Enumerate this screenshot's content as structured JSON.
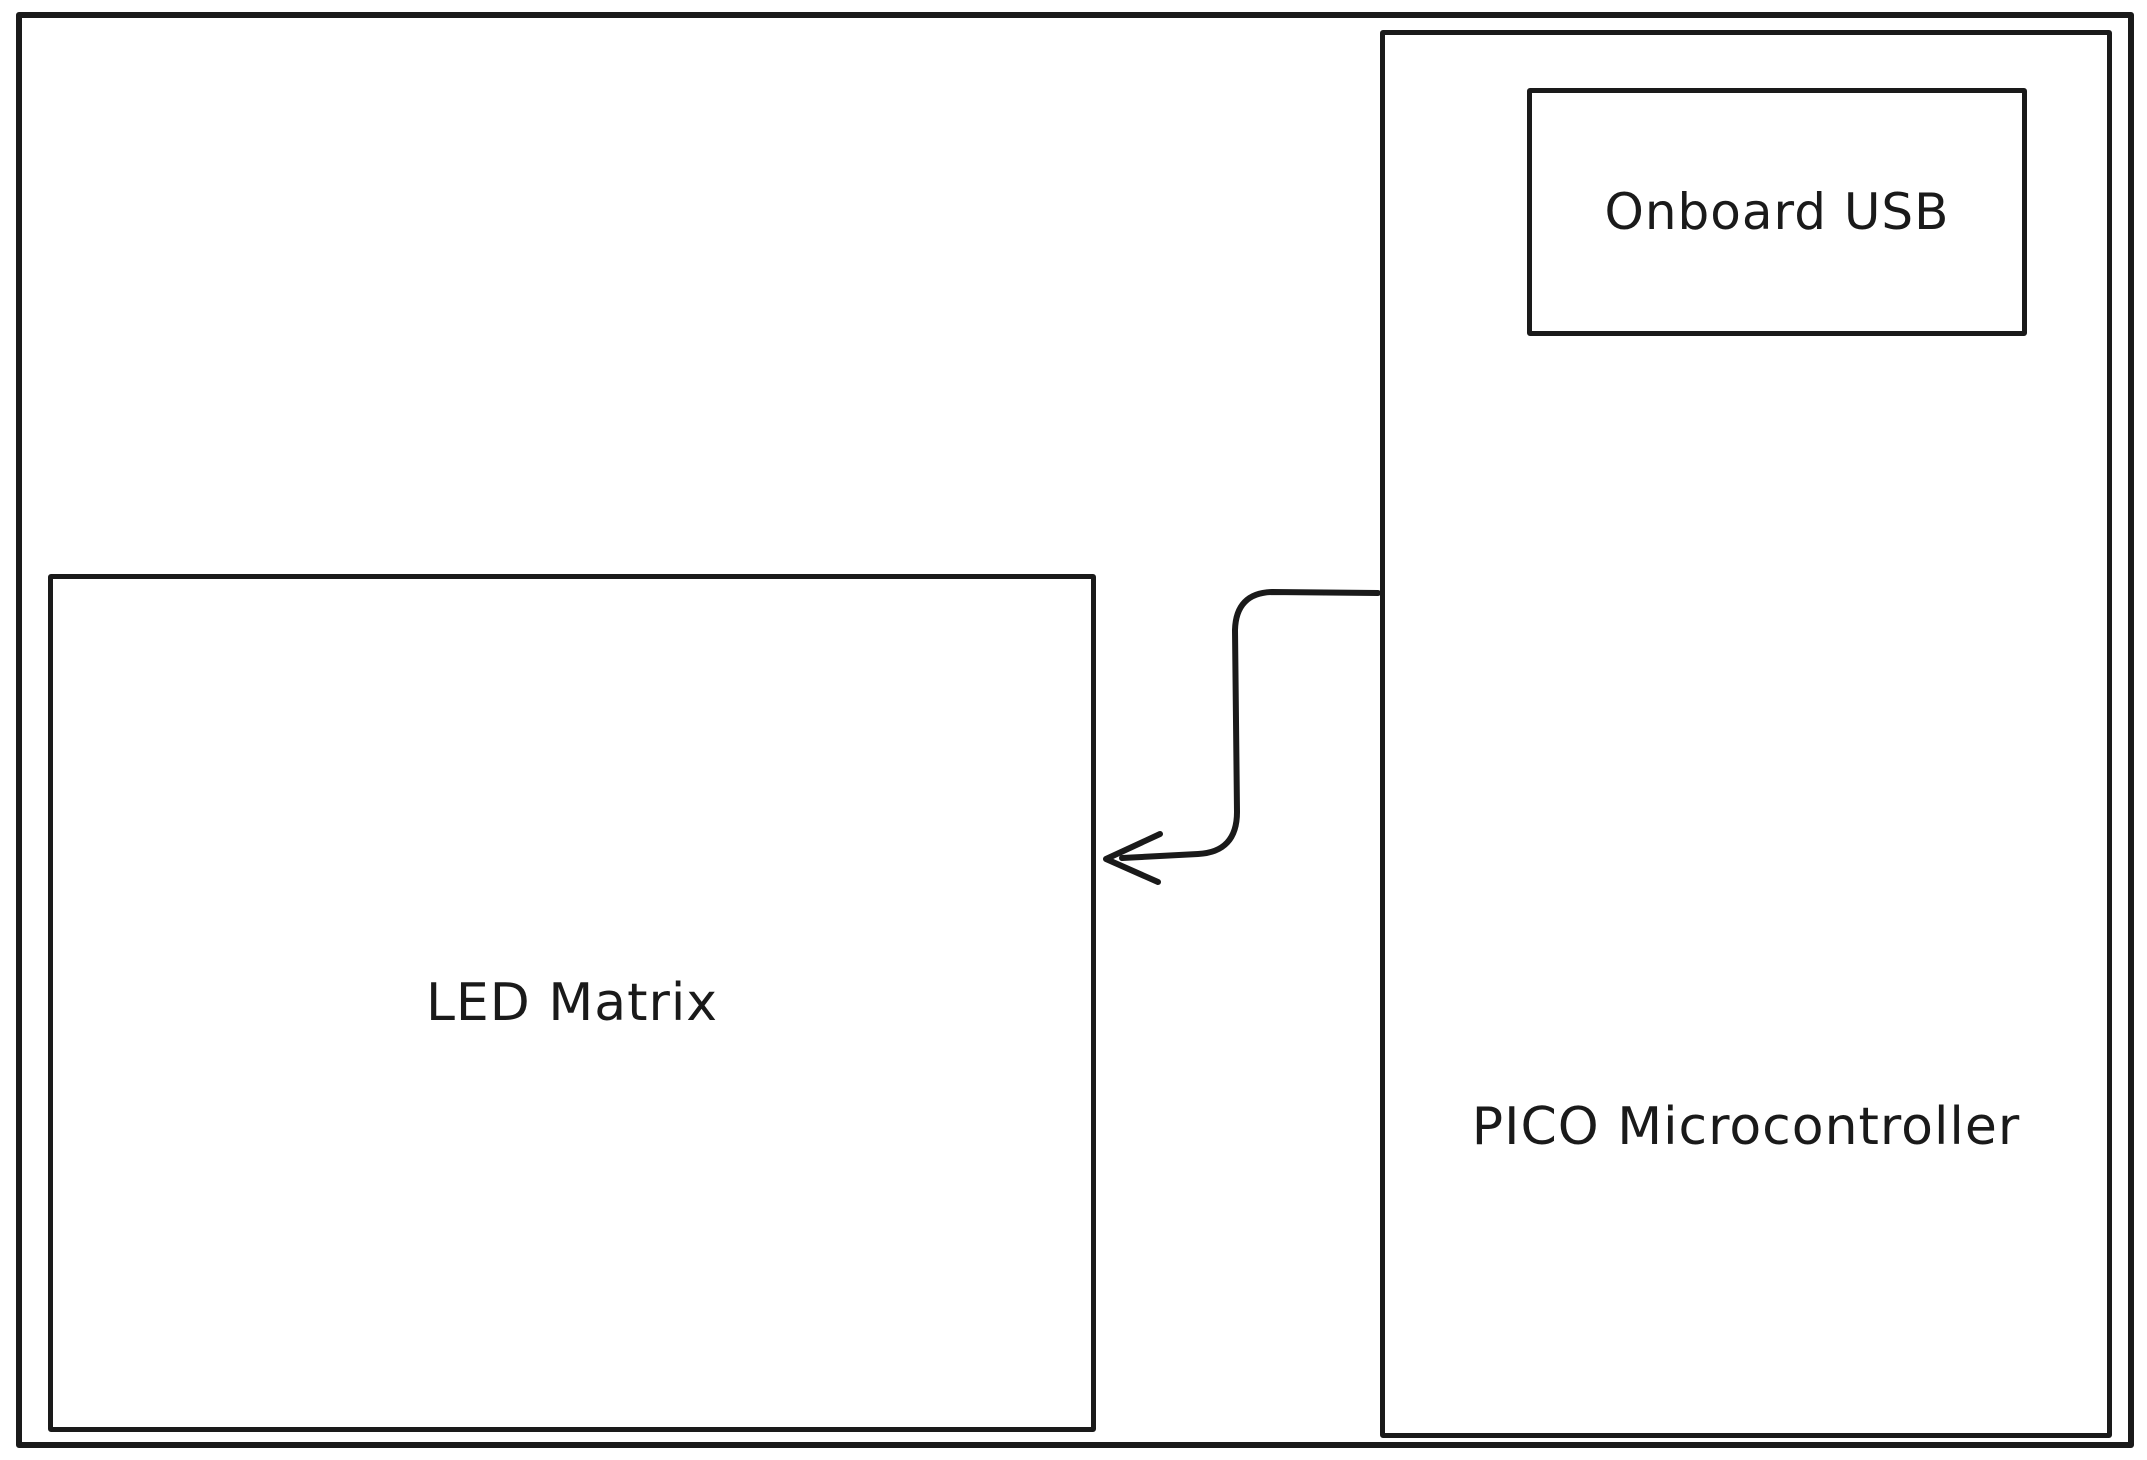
{
  "diagram": {
    "background_color": "#ffffff",
    "stroke_color": "#1a1a1a",
    "nodes": {
      "led_matrix": {
        "label": "LED Matrix"
      },
      "pico_microcontroller": {
        "label": "PICO Microcontroller"
      },
      "onboard_usb": {
        "label": "Onboard USB"
      }
    },
    "connections": [
      {
        "from": "pico_microcontroller",
        "to": "led_matrix",
        "style": "elbow-arrow"
      }
    ]
  }
}
